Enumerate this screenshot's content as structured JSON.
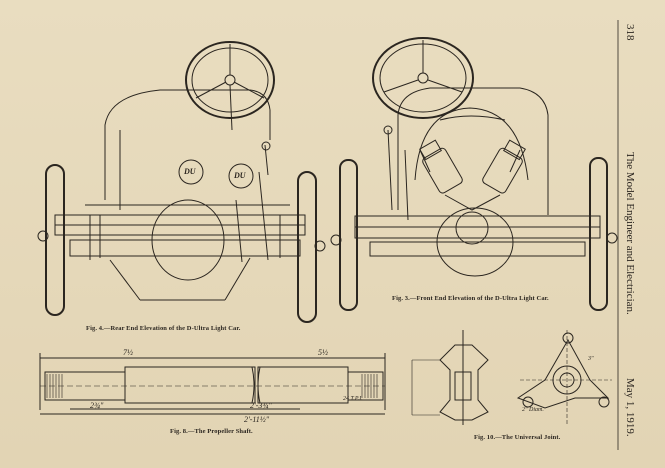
{
  "page": {
    "page_number": "318",
    "journal_title": "The Model Engineer and Electrician.",
    "date": "May 1, 1919."
  },
  "figures": {
    "rear": {
      "caption": "Fig. 4.—Rear End Elevation of the D-Ultra Light Car."
    },
    "front": {
      "caption": "Fig. 3.—Front End Elevation of the D-Ultra Light Car."
    },
    "shaft": {
      "caption": "Fig. 8.—The Propeller Shaft."
    },
    "joint": {
      "caption": "Fig. 10.—The Universal Joint."
    }
  },
  "logos": {
    "rear_left": "DU",
    "rear_right": "DU"
  },
  "dimensions": {
    "shaft_top_left": "7½",
    "shaft_top_right": "5½",
    "shaft_mid": "2'-3¾\"",
    "shaft_total": "2'-11½\"",
    "shaft_left": "2¾\"",
    "shaft_tpi": "24 T.P.I.",
    "joint_dia": "3\"",
    "joint_bottom": "2\" Diam."
  },
  "colors": {
    "paper": "#e4d7b9",
    "ink": "#2b2620"
  }
}
